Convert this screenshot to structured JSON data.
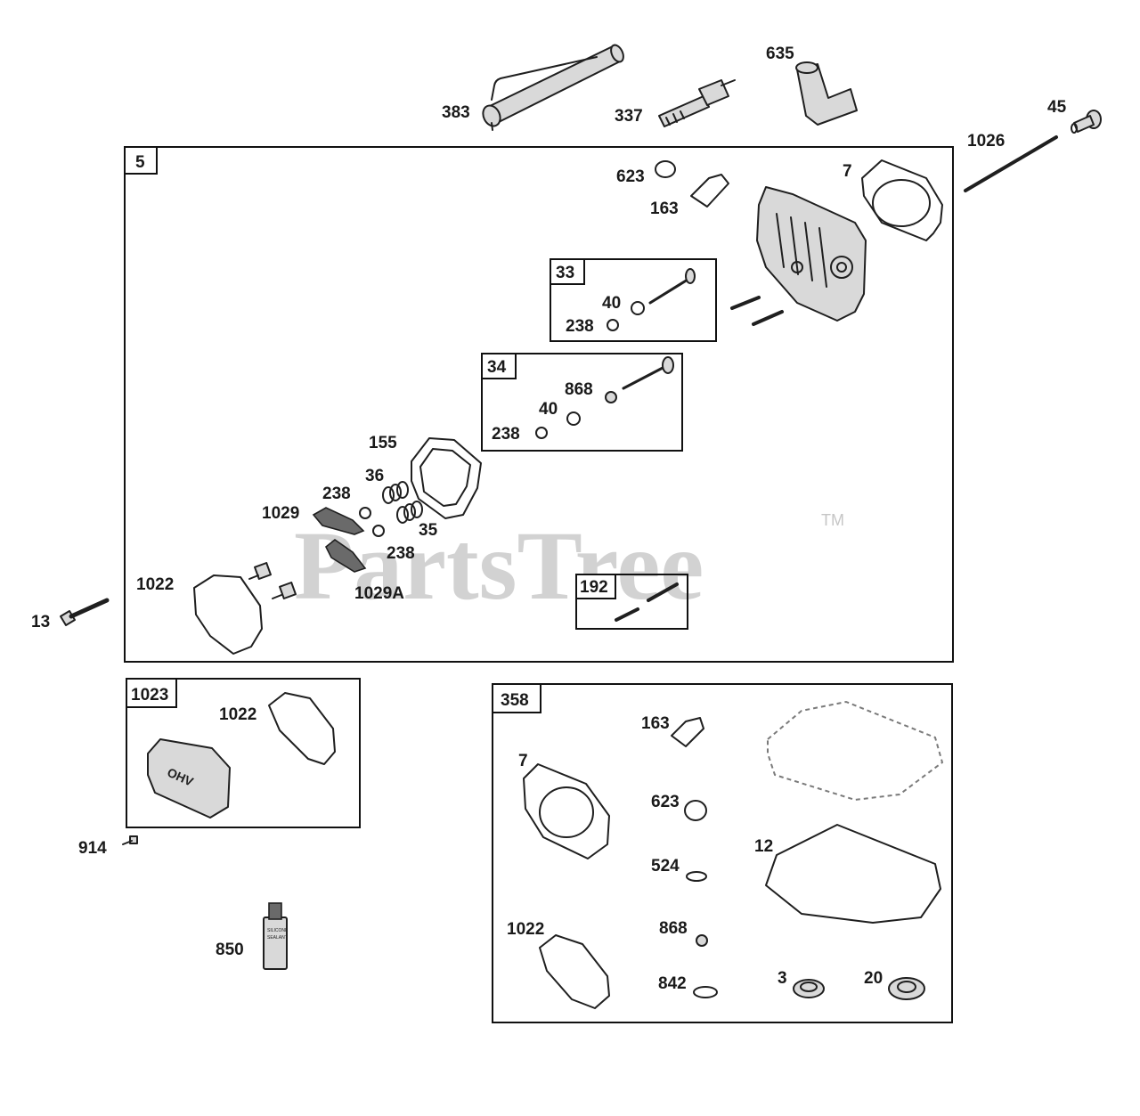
{
  "watermark": {
    "text": "PartsTree",
    "trademark": "TM"
  },
  "parts": {
    "p383": "383",
    "p337": "337",
    "p635": "635",
    "p45": "45",
    "p1026": "1026",
    "p623": "623",
    "p163": "163",
    "p7": "7",
    "p33_40": "40",
    "p33_238": "238",
    "p34_868": "868",
    "p34_40": "40",
    "p34_238": "238",
    "p155": "155",
    "p36": "36",
    "p238a": "238",
    "p1029": "1029",
    "p35": "35",
    "p238b": "238",
    "p1029a": "1029A",
    "p1022": "1022",
    "p13": "13",
    "p1022b": "1022",
    "p914": "914",
    "p850": "850",
    "k163": "163",
    "k7": "7",
    "k623": "623",
    "k524": "524",
    "k12": "12",
    "k1022": "1022",
    "k868": "868",
    "k842": "842",
    "k3": "3",
    "k20": "20"
  },
  "boxes": {
    "b5": "5",
    "b33": "33",
    "b34": "34",
    "b192": "192",
    "b1023": "1023",
    "b358": "358"
  },
  "tube_text": {
    "line1": "SILICONE",
    "line2": "SEALANT"
  },
  "cover_text": "OHV"
}
